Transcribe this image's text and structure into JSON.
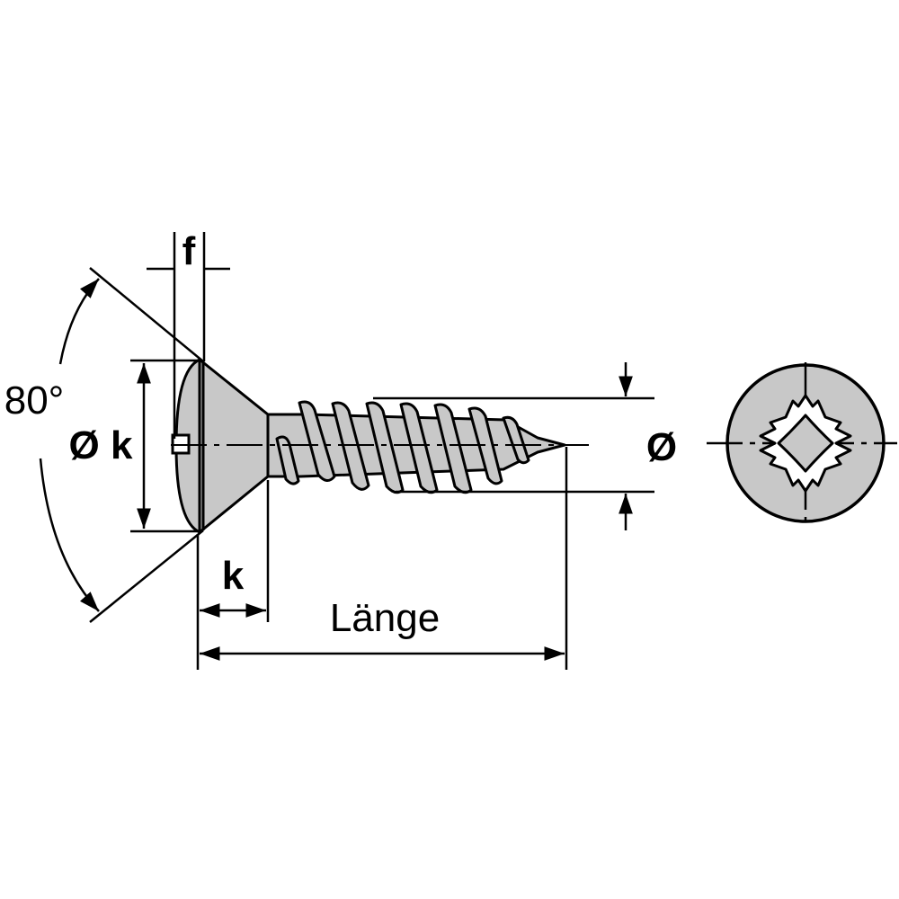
{
  "labels": {
    "angle": "80°",
    "head_diameter": "Ø k",
    "head_height": "k",
    "raised_height": "f",
    "length": "Länge",
    "thread_diameter": "Ø"
  },
  "colors": {
    "body_fill": "#c8c8c8",
    "outline": "#000000",
    "background": "#ffffff"
  }
}
